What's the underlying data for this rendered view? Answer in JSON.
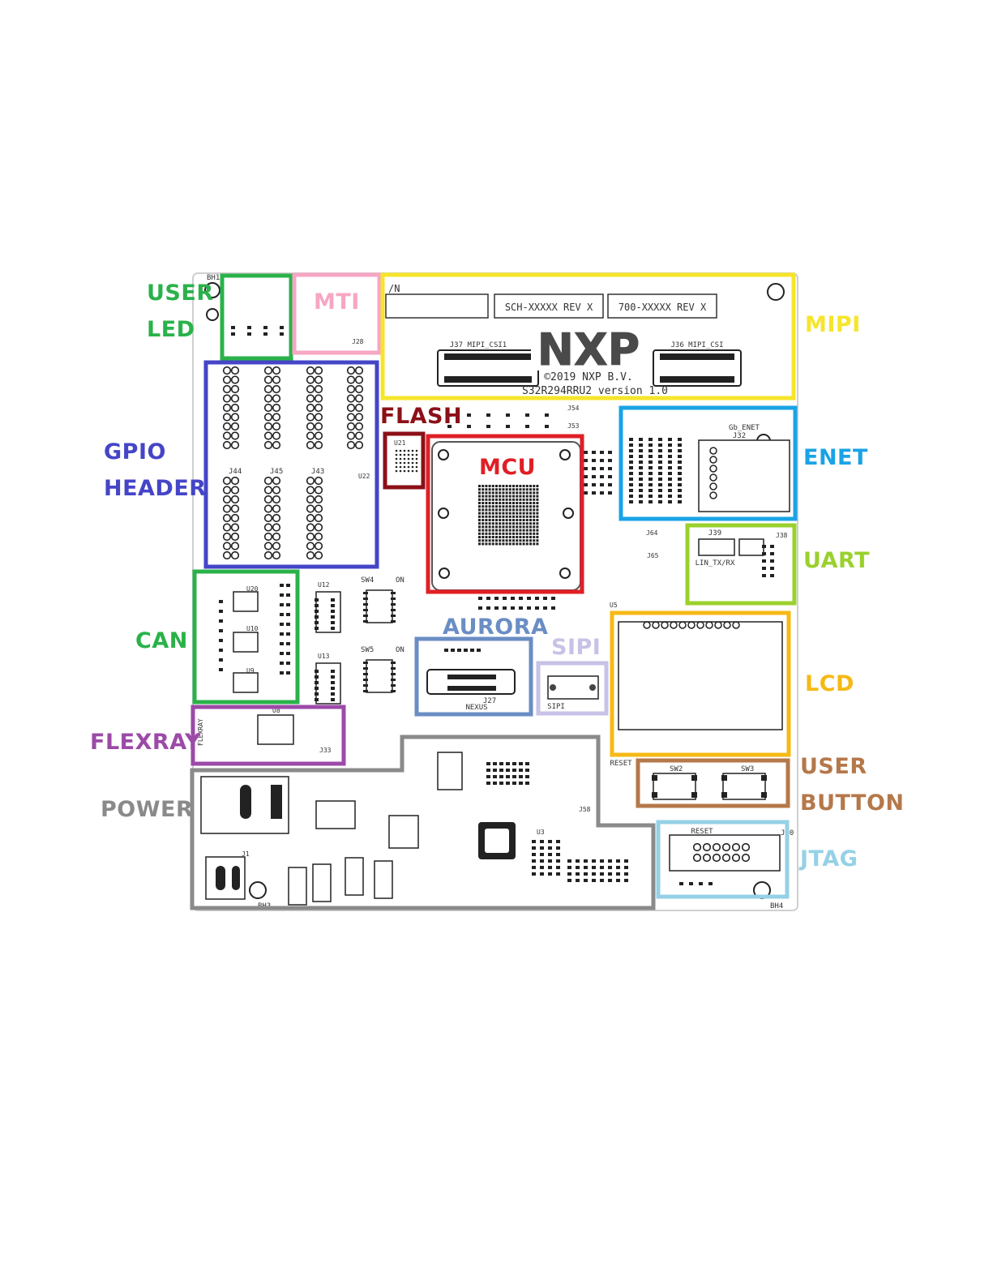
{
  "regions": {
    "user_led": {
      "label": "USER\nLED",
      "color": "#2ab24a"
    },
    "mti": {
      "label": "MTI",
      "color": "#f7a6c4"
    },
    "mipi": {
      "label": "MIPI",
      "color": "#f6e52a"
    },
    "gpio_header": {
      "label": "GPIO\nHEADER",
      "color": "#4545c8"
    },
    "flash": {
      "label": "FLASH",
      "color": "#8c1018"
    },
    "mcu": {
      "label": "MCU",
      "color": "#e01f26"
    },
    "enet": {
      "label": "ENET",
      "color": "#1aa3e6"
    },
    "uart": {
      "label": "UART",
      "color": "#9ad12d"
    },
    "can": {
      "label": "CAN",
      "color": "#2ab24a"
    },
    "aurora": {
      "label": "AURORA",
      "color": "#6a8dc4"
    },
    "sipi": {
      "label": "SIPI",
      "color": "#c7c2e6"
    },
    "lcd": {
      "label": "LCD",
      "color": "#f6b915"
    },
    "flexray": {
      "label": "FLEXRAY",
      "color": "#9c4aa8"
    },
    "user_button": {
      "label": "USER\nBUTTON",
      "color": "#b5784a"
    },
    "power": {
      "label": "POWER",
      "color": "#8a8a8a"
    },
    "jtag": {
      "label": "JTAG",
      "color": "#95d1e6"
    }
  },
  "silkscreen": {
    "serial": "/N",
    "sch_rev": "SCH-XXXXX REV X",
    "pcb_rev": "700-XXXXX REV X",
    "logo": "NXP",
    "copyright": "©2019 NXP B.V.",
    "board_version": "S32R294RRU2 version 1.0",
    "mipi_csi_left": "J37  MIPI_CSI1",
    "mipi_csi_right": "J36  MIPI_CSI",
    "enet_connector": "Gb_ENET",
    "enet_ref": "J32",
    "uart_connector": "LIN_TX/RX",
    "uart_ref": "J39",
    "nexus_connector": "NEXUS",
    "nexus_ref": "J27",
    "sipi_connector": "SIPI",
    "reset_button": "RESET",
    "jtag_reset": "RESET",
    "jtag_ref": "J30",
    "flexray_text": "FLEXRAY",
    "gpio_refs": [
      "J44",
      "J45",
      "J43"
    ],
    "switch_refs": [
      "SW4",
      "SW5",
      "SW2",
      "SW3"
    ],
    "switch_on": "ON",
    "mount_holes": [
      "BH1",
      "BH3",
      "BH4"
    ],
    "u21": "U21",
    "u22": "U22",
    "u12": "U12",
    "u13": "U13",
    "u20": "U20",
    "u10": "U10",
    "u9": "U9",
    "u5": "U5",
    "u8": "U8",
    "u3": "U3",
    "j28": "J28",
    "j38": "J38",
    "j54": "J54",
    "j53": "J53",
    "j65": "J65",
    "j64": "J64",
    "j33": "J33",
    "j1": "J1",
    "j58": "J58"
  }
}
